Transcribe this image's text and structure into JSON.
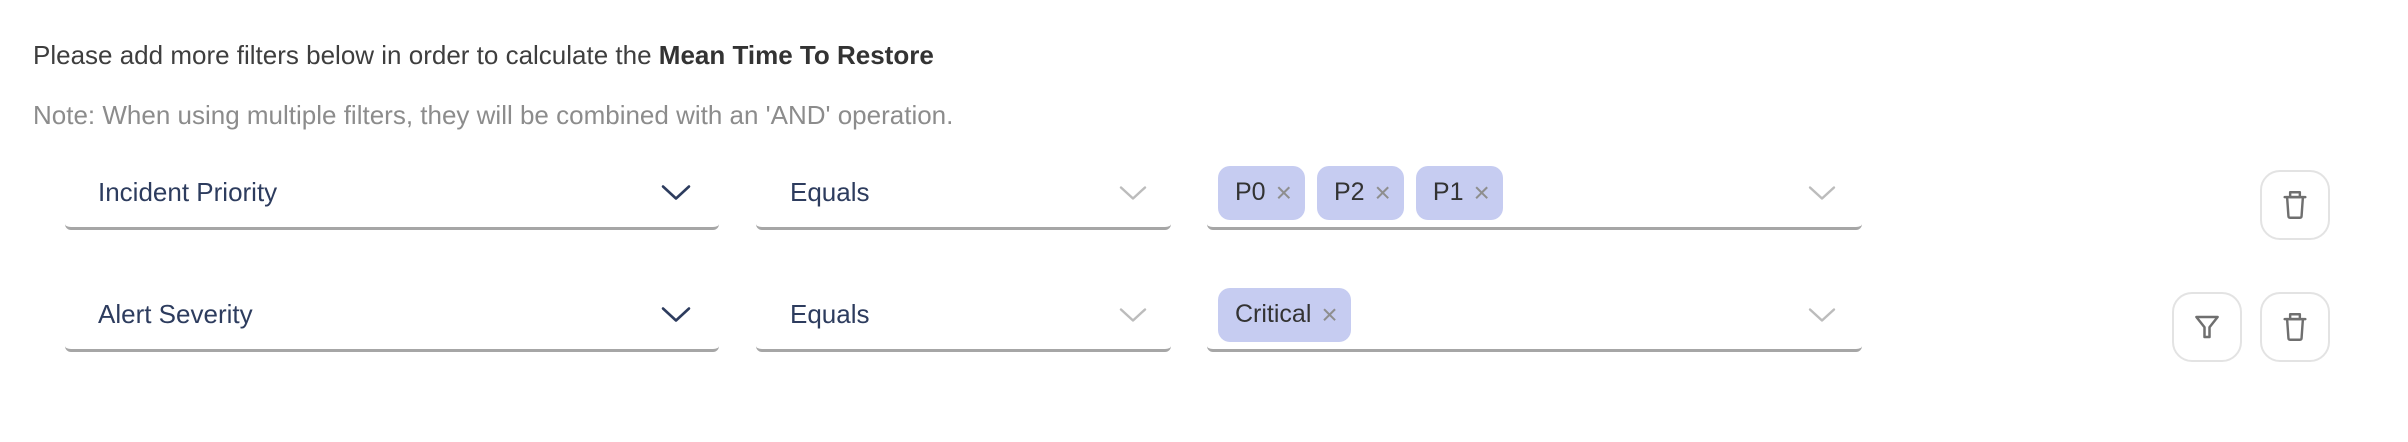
{
  "header": {
    "intro_text": "Please add more filters below in order to calculate the ",
    "metric_name": "Mean Time To Restore",
    "note": "Note: When using multiple filters, they will be combined with an 'AND' operation."
  },
  "icons": {
    "remove_tag_glyph": "×"
  },
  "colors": {
    "tag_background": "#c6ccf1",
    "field_text": "#2d3c5e",
    "underline": "#a6a6a6",
    "note_text": "#8c8c8c",
    "icon_gray": "#6f6f6f"
  },
  "filters": {
    "rows": [
      {
        "attribute": "Incident Priority",
        "operator": "Equals",
        "values": [
          "P0",
          "P2",
          "P1"
        ]
      },
      {
        "attribute": "Alert Severity",
        "operator": "Equals",
        "values": [
          "Critical"
        ]
      }
    ]
  }
}
